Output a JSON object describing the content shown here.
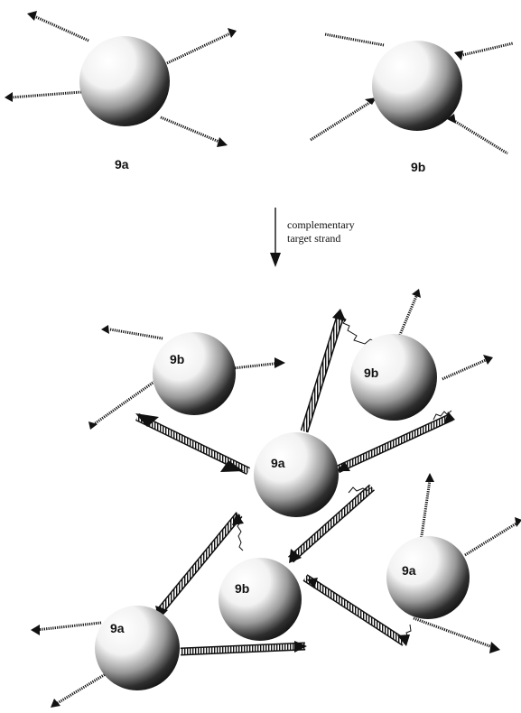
{
  "top_labels": {
    "a": "9a",
    "b": "9b"
  },
  "step_label": {
    "line1": "complementary",
    "line2": "target strand"
  },
  "cluster_labels": {
    "b_left": "9b",
    "b_right": "9b",
    "a_center": "9a",
    "b_lower": "9b",
    "a_bottom_left": "9a",
    "a_right": "9a"
  }
}
